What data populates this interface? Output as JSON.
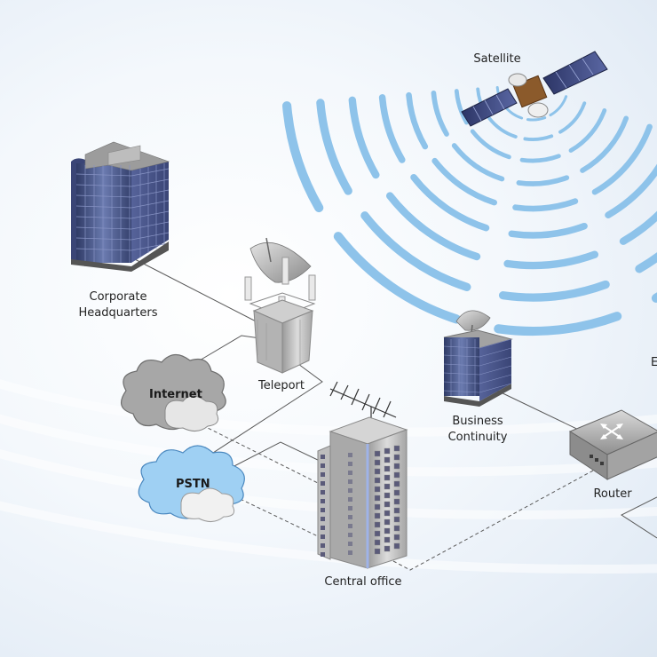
{
  "nodes": {
    "satellite": "Satellite",
    "corporate_hq": [
      "Corporate",
      "Headquarters"
    ],
    "teleport": "Teleport",
    "internet": "Internet",
    "pstn": "PSTN",
    "central_office": "Central office",
    "business_continuity": [
      "Business",
      "Continuity"
    ],
    "router": "Router",
    "cut_off_label": "E"
  },
  "colors": {
    "wave": "#8ec3ea",
    "building_glass": "#4a5a8c",
    "cloud_gray": "#a9a9a9",
    "cloud_blue": "#9fd0f3",
    "line": "#555555"
  }
}
